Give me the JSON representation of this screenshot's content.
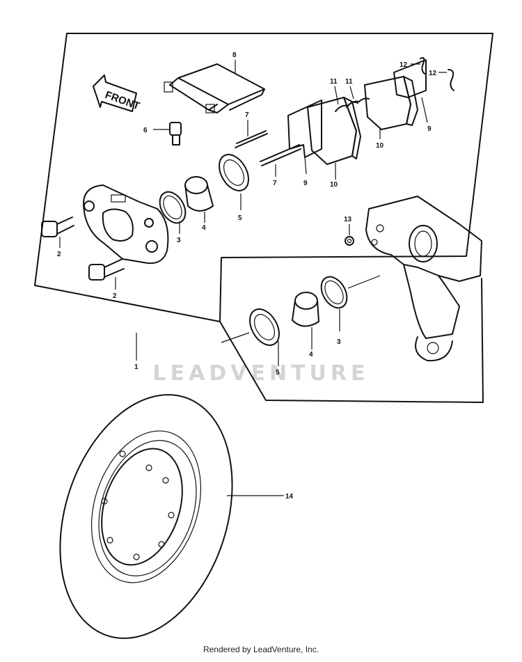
{
  "diagram": {
    "part_labels": {
      "p1": "1",
      "p2a": "2",
      "p2b": "2",
      "p3a": "3",
      "p3b": "3",
      "p4a": "4",
      "p4b": "4",
      "p5a": "5",
      "p5b": "5",
      "p6": "6",
      "p7a": "7",
      "p7b": "7",
      "p8": "8",
      "p9a": "9",
      "p9b": "9",
      "p10a": "10",
      "p10b": "10",
      "p11a": "11",
      "p11b": "11",
      "p12a": "12",
      "p12b": "12",
      "p13": "13",
      "p14": "14"
    },
    "front_arrow": "FRONT",
    "watermark": "LEADVENTURE"
  },
  "footer": {
    "text": "Rendered by LeadVenture, Inc."
  }
}
